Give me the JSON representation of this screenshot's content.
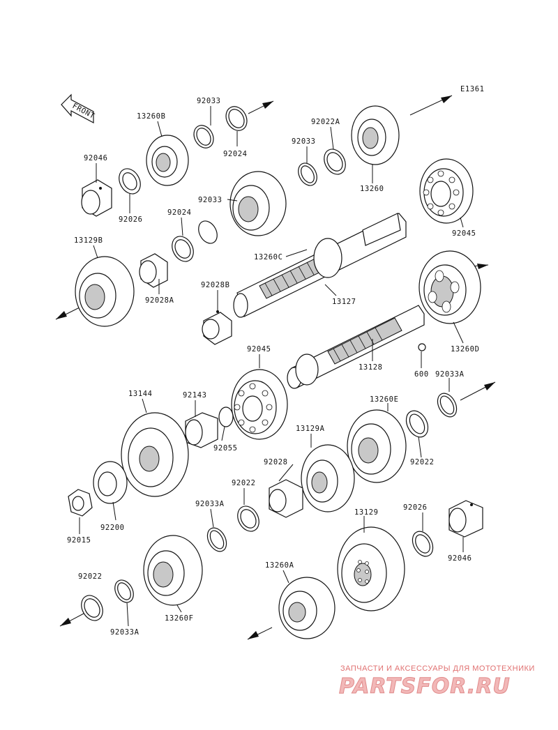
{
  "diagram_code": "E1361",
  "front_label": "FRONT",
  "labels": {
    "p92033_a": "92033",
    "p13260B": "13260B",
    "p92024_a": "92024",
    "p92022A": "92022A",
    "p92033_b": "92033",
    "p13260": "13260",
    "p92046_a": "92046",
    "p92026_a": "92026",
    "p92033_c": "92033",
    "p92024_b": "92024",
    "p92045_a": "92045",
    "p13129B": "13129B",
    "p13260C": "13260C",
    "p92028A": "92028A",
    "p92028B": "92028B",
    "p13127": "13127",
    "p13260D": "13260D",
    "p92045_b": "92045",
    "p13128": "13128",
    "p600": "600",
    "p92033A_a": "92033A",
    "p13144": "13144",
    "p92143": "92143",
    "p13260E": "13260E",
    "p92055": "92055",
    "p13129A": "13129A",
    "p92022_a": "92022",
    "p92028": "92028",
    "p92022_b": "92022",
    "p92200": "92200",
    "p92033A_b": "92033A",
    "p92015": "92015",
    "p13129": "13129",
    "p92026_b": "92026",
    "p92046_b": "92046",
    "p92022_c": "92022",
    "p13260A": "13260A",
    "p13260F": "13260F",
    "p92033A_c": "92033A"
  },
  "watermark": {
    "caption": "ЗАПЧАСТИ И АКСЕССУАРЫ ДЛЯ МОТОТЕХНИКИ",
    "logo": "PARTSFOR.RU"
  }
}
